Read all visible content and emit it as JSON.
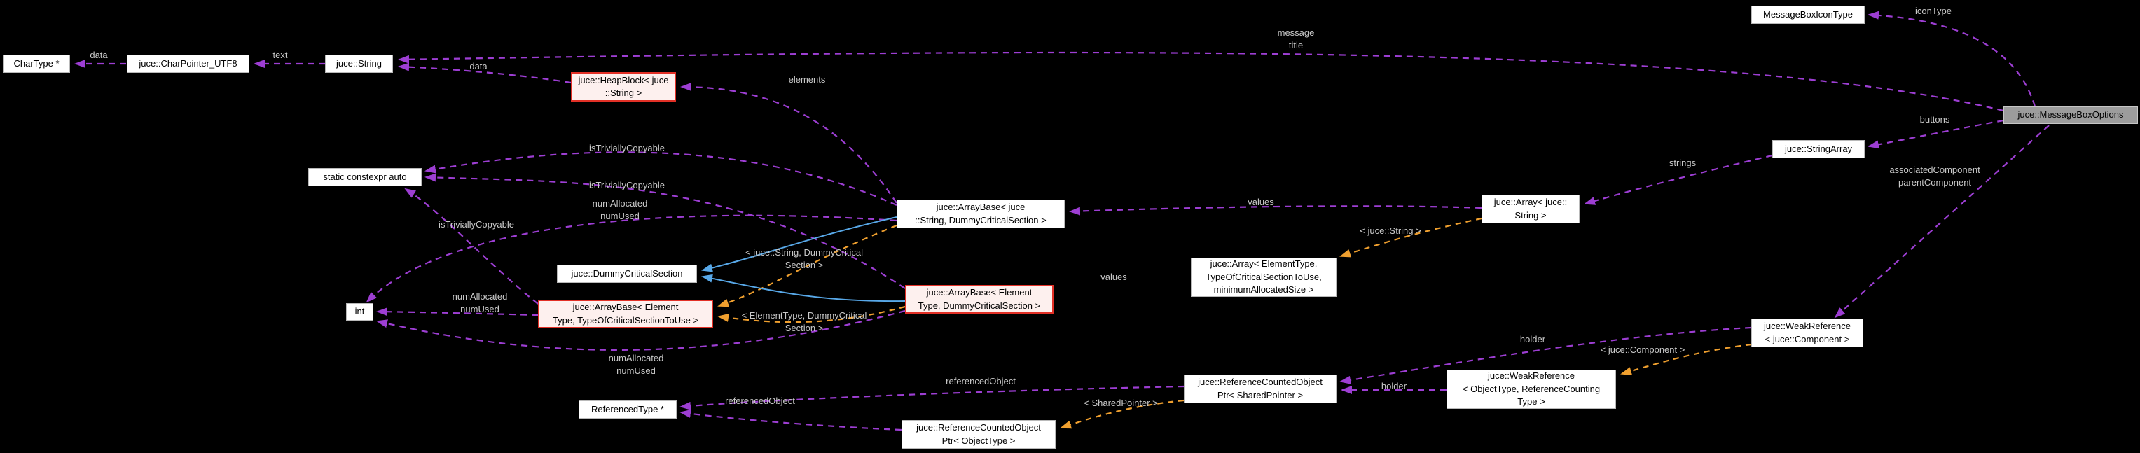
{
  "diagram": {
    "focus_class": "juce::MessageBoxOptions",
    "colors": {
      "background": "#000000",
      "node_fill": "#ffffff",
      "node_border": "#b9b9b9",
      "template_node_fill": "#fdf0ee",
      "template_node_border": "#e23026",
      "focus_node_fill": "#9c9c9c",
      "usage_edge": "#9d3ed3",
      "template_edge": "#f0a02f",
      "inheritance_edge": "#58a8e8",
      "edge_label_text": "#c9c9c9"
    },
    "nodes": {
      "chartype": {
        "label": "CharType *"
      },
      "charpointer": {
        "label": "juce::CharPointer_UTF8"
      },
      "string": {
        "label": "juce::String"
      },
      "heapblock": {
        "label": "juce::HeapBlock< juce\n::String >"
      },
      "iconenum": {
        "label": "MessageBoxIconType"
      },
      "messageboxoptions": {
        "label": "juce::MessageBoxOptions"
      },
      "staticauto": {
        "label": "static constexpr auto"
      },
      "arraybase_string": {
        "label": "juce::ArrayBase< juce\n::String, DummyCriticalSection >"
      },
      "dummycs": {
        "label": "juce::DummyCriticalSection"
      },
      "arraybase_elem_dummy": {
        "label": "juce::ArrayBase< Element\nType, DummyCriticalSection >"
      },
      "array_elem": {
        "label": "juce::Array< ElementType,\nTypeOfCriticalSectionToUse,\nminimumAllocatedSize >"
      },
      "arraybase_elem_typeof": {
        "label": "juce::ArrayBase< Element\nType, TypeOfCriticalSectionToUse >"
      },
      "int": {
        "label": "int"
      },
      "referencedtype": {
        "label": "ReferencedType *"
      },
      "array_string": {
        "label": "juce::Array< juce::\nString >"
      },
      "stringarray": {
        "label": "juce::StringArray"
      },
      "weakref_component": {
        "label": "juce::WeakReference\n< juce::Component >"
      },
      "weakref_objecttype": {
        "label": "juce::WeakReference\n< ObjectType, ReferenceCounting\nType >"
      },
      "refcountedptr_shared": {
        "label": "juce::ReferenceCountedObject\nPtr< SharedPointer >"
      },
      "refcountedptr_object": {
        "label": "juce::ReferenceCountedObject\nPtr< ObjectType >"
      }
    },
    "edge_labels": {
      "data1": "data",
      "text": "text",
      "data2": "data",
      "elements": "elements",
      "message_title": "message\ntitle",
      "icon_type": "iconType",
      "buttons": "buttons",
      "associated": "associatedComponent\nparentComponent",
      "strings": "strings",
      "values1": "values",
      "values2": "values",
      "itc1": "isTriviallyCopyable",
      "itc2": "isTriviallyCopyable",
      "itc3": "isTriviallyCopyable",
      "num1": "numAllocated\nnumUsed",
      "num2": "numAllocated\nnumUsed",
      "num3": "numAllocated\nnumUsed",
      "holder1": "holder",
      "holder2": "holder",
      "refobj1": "referencedObject",
      "refobj2": "referencedObject",
      "tmpl_juce_string": "< juce::String >",
      "tmpl_string_dummy": "< juce::String, DummyCritical\nSection >",
      "tmpl_elem_dummy": "< ElementType, DummyCritical\nSection >",
      "tmpl_component": "< juce::Component >",
      "tmpl_sharedptr": "< SharedPointer >"
    }
  }
}
